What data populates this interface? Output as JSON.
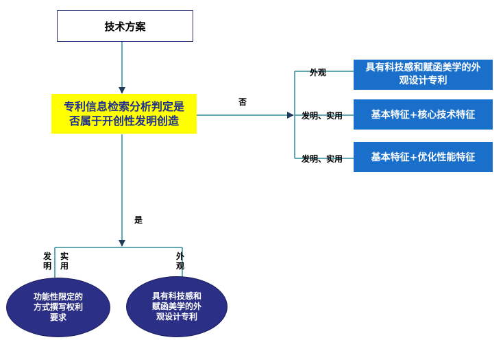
{
  "start": {
    "label": "技术方案"
  },
  "decision": {
    "line1": "专利信息检索分析判定是",
    "line2": "否属于开创性发明创造"
  },
  "branches": {
    "no_label": "否",
    "yes_label": "是"
  },
  "right_options": [
    {
      "type": "外观",
      "line1": "具有科技感和赋函美学的外",
      "line2": "观设计专利"
    },
    {
      "type": "发明、实用",
      "line1": "基本特征+核心技术特征"
    },
    {
      "type": "发明、实用",
      "line1": "基本特征+优化性能特征"
    }
  ],
  "bottom_options": [
    {
      "type_a": "发明",
      "type_b": "实用",
      "line1": "功能性限定的",
      "line2": "方式撰写权利",
      "line3": "要求"
    },
    {
      "type_a": "外观",
      "line1": "具有科技感和",
      "line2": "赋函美学的外",
      "line3": "观设计专利"
    }
  ],
  "colors": {
    "decision_fill": "#ffff00",
    "decision_text": "#1f2f8f",
    "connector": "#2e8b9a",
    "box_blue": "#1a6fcb",
    "ellipse_navy": "#2b2f86",
    "arrowhead": "#1f3d5a"
  }
}
